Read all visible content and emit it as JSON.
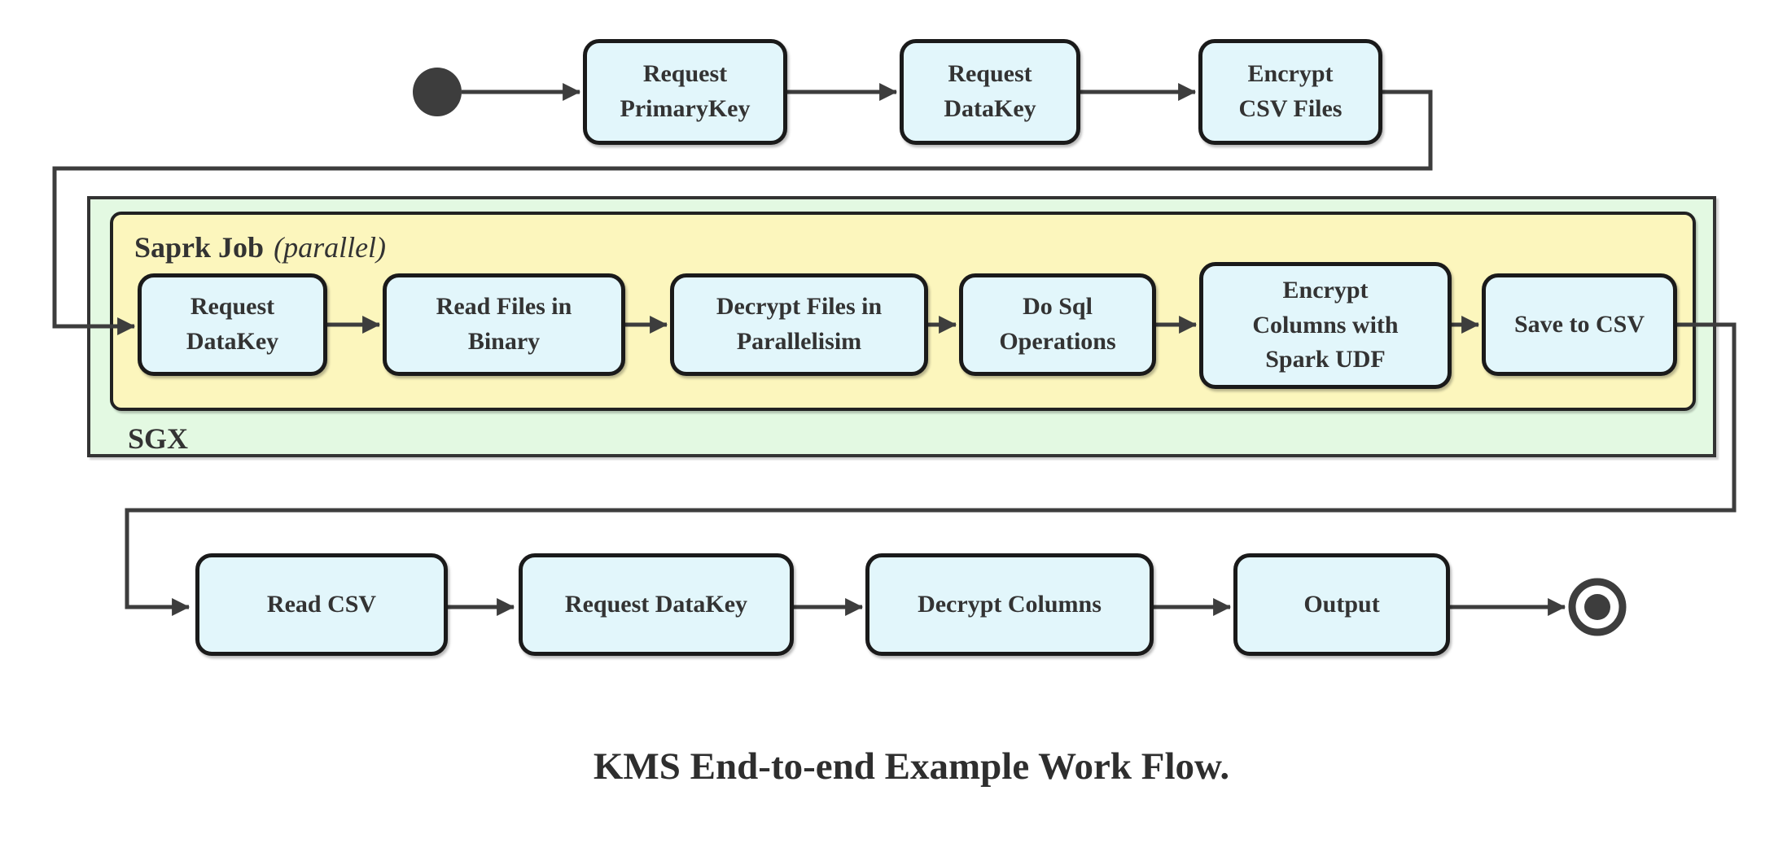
{
  "diagram": {
    "title": "KMS End-to-end Example Work Flow.",
    "markers": {
      "start": "start-state-icon",
      "end": "end-state-icon"
    },
    "containers": {
      "sgx": {
        "label": "SGX"
      },
      "spark_job": {
        "label": "Saprk Job",
        "annotation": "(parallel)"
      }
    },
    "nodes": {
      "top": [
        {
          "id": "request-primarykey",
          "label": "Request\nPrimaryKey"
        },
        {
          "id": "request-datakey",
          "label": "Request\nDataKey"
        },
        {
          "id": "encrypt-csv-files",
          "label": "Encrypt\nCSV Files"
        }
      ],
      "middle": [
        {
          "id": "request-datakey-sgx",
          "label": "Request\nDataKey"
        },
        {
          "id": "read-files-in-binary",
          "label": "Read Files in\nBinary"
        },
        {
          "id": "decrypt-files-in-parallelisim",
          "label": "Decrypt Files in\nParallelisim"
        },
        {
          "id": "do-sql-operations",
          "label": "Do Sql\nOperations"
        },
        {
          "id": "encrypt-columns-with-spark-udf",
          "label": "Encrypt\nColumns with\nSpark UDF"
        },
        {
          "id": "save-to-csv",
          "label": "Save to CSV"
        }
      ],
      "bottom": [
        {
          "id": "read-csv",
          "label": "Read CSV"
        },
        {
          "id": "request-datakey-client",
          "label": "Request DataKey"
        },
        {
          "id": "decrypt-columns",
          "label": "Decrypt Columns"
        },
        {
          "id": "output",
          "label": "Output"
        }
      ]
    },
    "colors": {
      "node_fill": "#E2F6FB",
      "node_border": "#1A1A1A",
      "sgx_fill": "#E3F9E2",
      "spark_fill": "#FCF6BD",
      "container_border": "#333333",
      "arrow": "#3D3D3D",
      "text": "#333333"
    }
  }
}
